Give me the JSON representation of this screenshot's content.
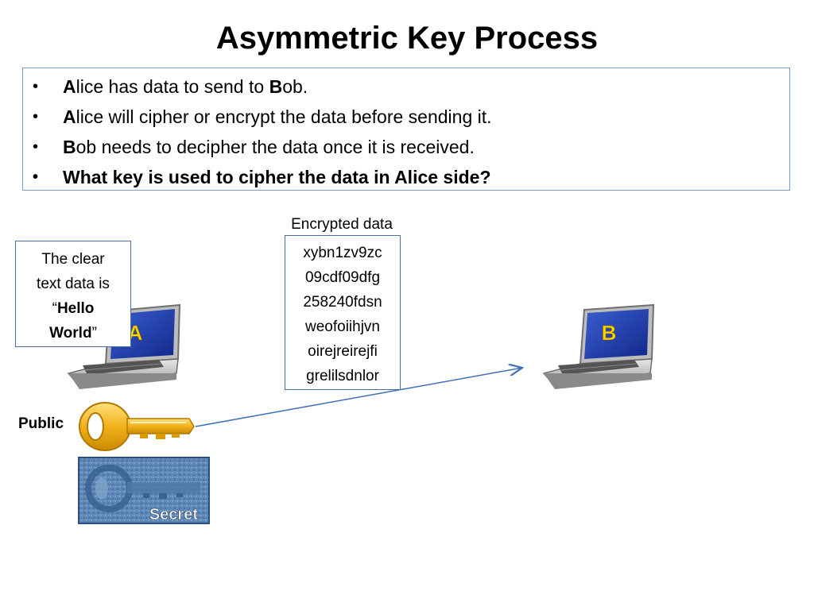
{
  "title": "Asymmetric Key Process",
  "bullets": [
    {
      "bold_prefix": "A",
      "rest": "lice has data to send to ",
      "bold_mid": "B",
      "tail": "ob."
    },
    {
      "bold_prefix": "A",
      "rest": "lice will cipher or encrypt the data before sending it."
    },
    {
      "bold_prefix": "B",
      "rest": "ob needs to decipher the data once it is received."
    },
    {
      "question": "What key is used to cipher the data in Alice side?"
    }
  ],
  "clear_text": {
    "line1": "The clear",
    "line2": "text data is",
    "open_quote": "“",
    "hello": "Hello",
    "world": "World",
    "close_quote": "”"
  },
  "encrypted": {
    "label": "Encrypted data",
    "lines": [
      "xybn1zv9zc",
      "09cdf09dfg",
      "258240fdsn",
      "weofoiihjvn",
      "oirejreirejfi",
      "grelilsdnlor"
    ]
  },
  "laptops": {
    "alice_label": "A",
    "bob_label": "B"
  },
  "keys": {
    "public_label": "Public",
    "secret_label": "Secret"
  },
  "colors": {
    "screen_blue": "#1f3fa8",
    "letter_yellow": "#ffd700",
    "key_gold": "#f2b21c",
    "arrow": "#3f6fb5",
    "secret_bg": "#5b86b5"
  },
  "icons": [
    "laptop-icon",
    "golden-key-icon",
    "secret-key-icon"
  ]
}
